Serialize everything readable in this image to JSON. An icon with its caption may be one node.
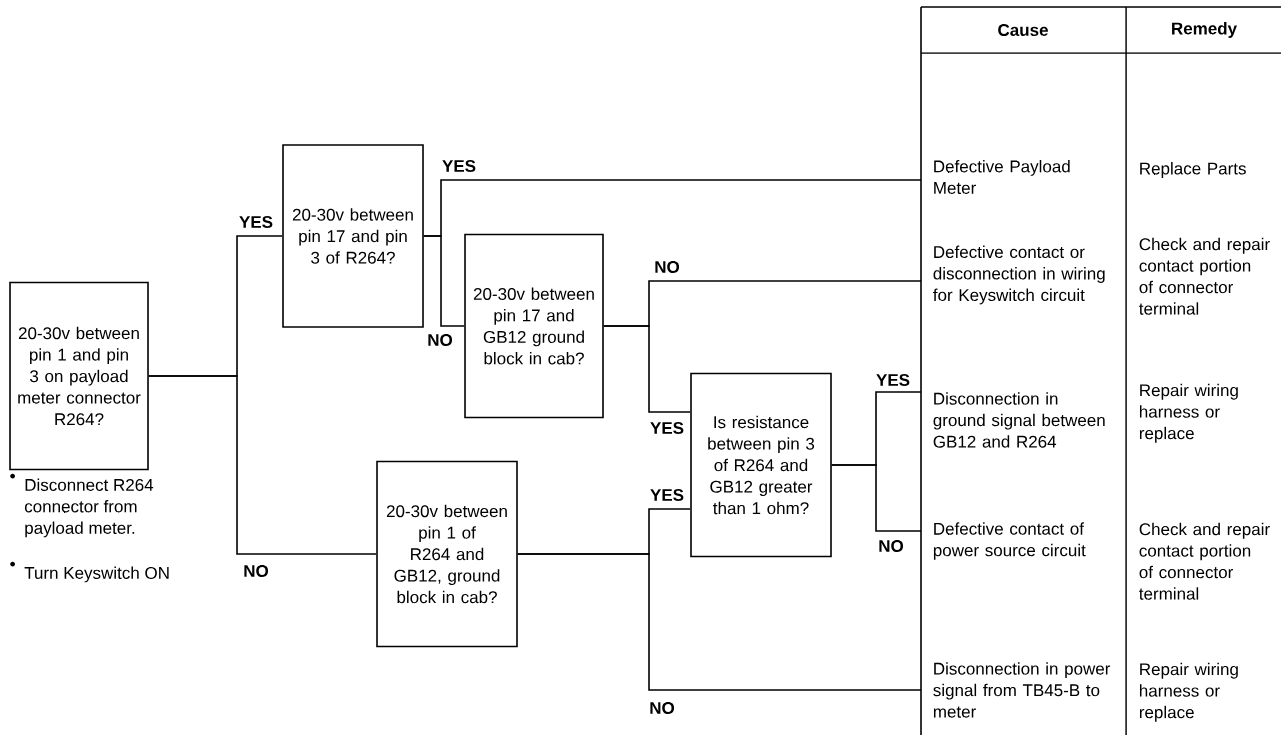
{
  "diagram": {
    "nodes": [
      {
        "text": [
          "20-30v between pin 1 and pin 3 on payload meter connector R264?"
        ],
        "beside": [
          "Disconnect R264 connector from payload meter.",
          "Turn Keyswitch ON"
        ]
      },
      {
        "text": [
          "20-30v between pin 17 and pin 3 of R264?"
        ]
      },
      {
        "text": [
          "20-30v between pin 17 and GB12 ground block in cab?"
        ]
      },
      {
        "text": [
          "20-30v between pin 1 of R264 and GB12, ground block in cab?"
        ]
      },
      {
        "text": [
          "Is resistance between pin 3 of R264 and GB12 greater than 1 ohm?"
        ]
      },
      {
        "text": [
          "Defective Payload Meter"
        ]
      },
      {
        "text": [
          "Defective contact or disconnection in wiring for Keyswitch circuit"
        ]
      },
      {
        "text": [
          "Disconnection in ground signal between GB12 and R264"
        ]
      },
      {
        "text": [
          "Defective contact of power source circuit"
        ]
      },
      {
        "text": [
          "Disconnection in power signal from TB45-B to meter"
        ]
      }
    ],
    "edges": [
      {
        "from": 0,
        "to": 1,
        "arrow": "none",
        "label": "YES"
      },
      {
        "from": 0,
        "to": 3,
        "arrow": "none",
        "label": "NO"
      },
      {
        "from": 1,
        "to": 5,
        "arrow": "none",
        "label": "YES"
      },
      {
        "from": 1,
        "to": 2,
        "arrow": "none",
        "label": "NO"
      },
      {
        "from": 2,
        "to": 6,
        "arrow": "none",
        "label": "NO"
      },
      {
        "from": 2,
        "to": 4,
        "arrow": "none",
        "label": "YES"
      },
      {
        "from": 3,
        "to": 4,
        "arrow": "none",
        "label": "YES"
      },
      {
        "from": 3,
        "to": 9,
        "arrow": "none",
        "label": "NO"
      },
      {
        "from": 4,
        "to": 7,
        "arrow": "none",
        "label": "YES"
      },
      {
        "from": 4,
        "to": 8,
        "arrow": "none",
        "label": "NO"
      }
    ],
    "labels": [
      "Cause",
      "Remedy",
      "Replace Parts",
      "Check and repair contact portion of connector terminal",
      "Repair wiring harness or replace",
      "Check and repair contact portion of connector terminal",
      "Repair wiring harness or replace"
    ]
  }
}
